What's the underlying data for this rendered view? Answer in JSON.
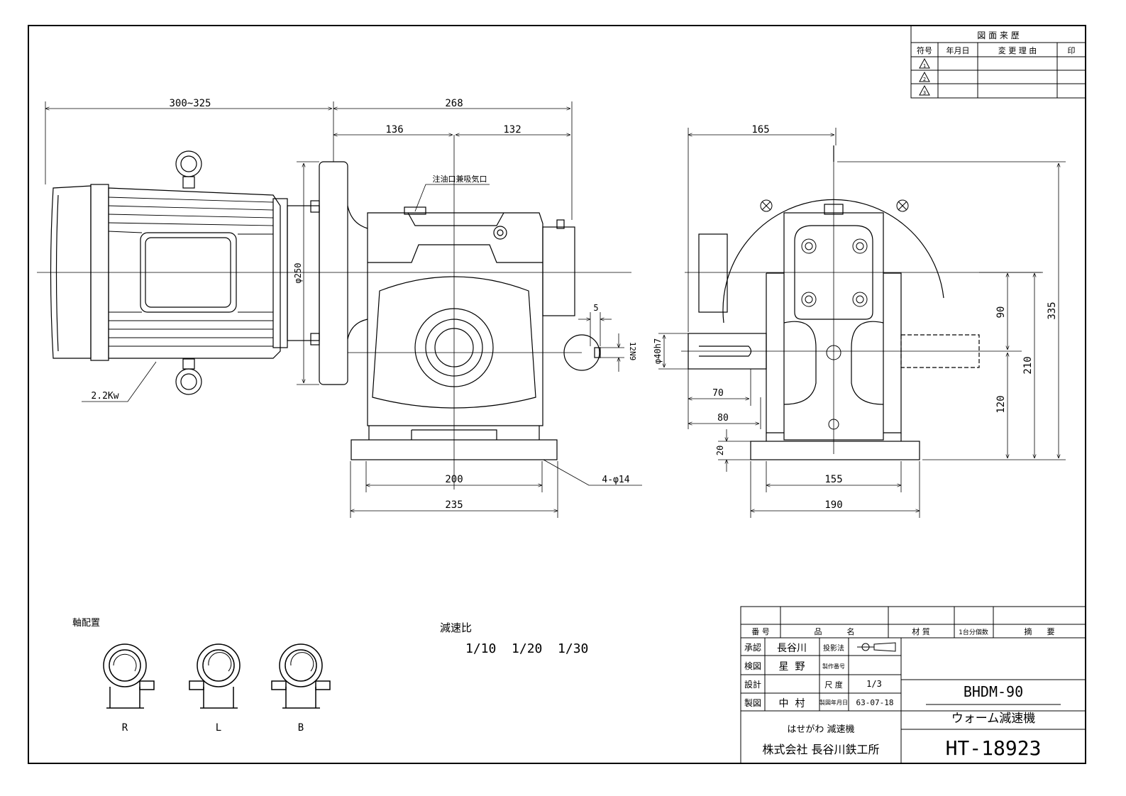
{
  "revision": {
    "title": "図 面 来 歴",
    "headers": [
      "符号",
      "年月日",
      "変 更 理 由",
      "印"
    ],
    "marks": [
      "1",
      "2",
      "3"
    ]
  },
  "dims": {
    "motor_len": "300~325",
    "d268": "268",
    "d136": "136",
    "d132": "132",
    "d165": "165",
    "d335": "335",
    "d210": "210",
    "d90": "90",
    "d120": "120",
    "d250": "φ250",
    "d40": "φ40h7",
    "key_w": "5",
    "key_h": "12N9",
    "d70": "70",
    "d80": "80",
    "d20": "20",
    "d200": "200",
    "d235": "235",
    "d155": "155",
    "d190": "190",
    "holes": "4-φ14",
    "power": "2.2Kw",
    "oil": "注油口兼吸気口"
  },
  "notes": {
    "axis_title": "軸配置",
    "axis_labels": [
      "R",
      "L",
      "B"
    ],
    "ratio_title": "減速比",
    "ratios": "1/10  1/20  1/30"
  },
  "titleblock": {
    "h_no": "番 号",
    "h_name": "品          名",
    "h_mat": "材  質",
    "h_qty": "1台分個数",
    "h_note": "摘      要",
    "approve": "承認",
    "check": "検図",
    "design": "設計",
    "draw": "製図",
    "approver": "長谷川",
    "checker": "星  野",
    "drafter": "中  村",
    "proj": "投影法",
    "mfg_no": "製作番号",
    "scale_l": "尺 度",
    "scale": "1/3",
    "date_l": "製図年月日",
    "date": "63-07-18",
    "model": "BHDM-90",
    "product": "ウォーム減速機",
    "brand": "はせがわ 減速機",
    "company": "株式会社 長谷川鉄工所",
    "drawing_no": "HT-18923"
  }
}
